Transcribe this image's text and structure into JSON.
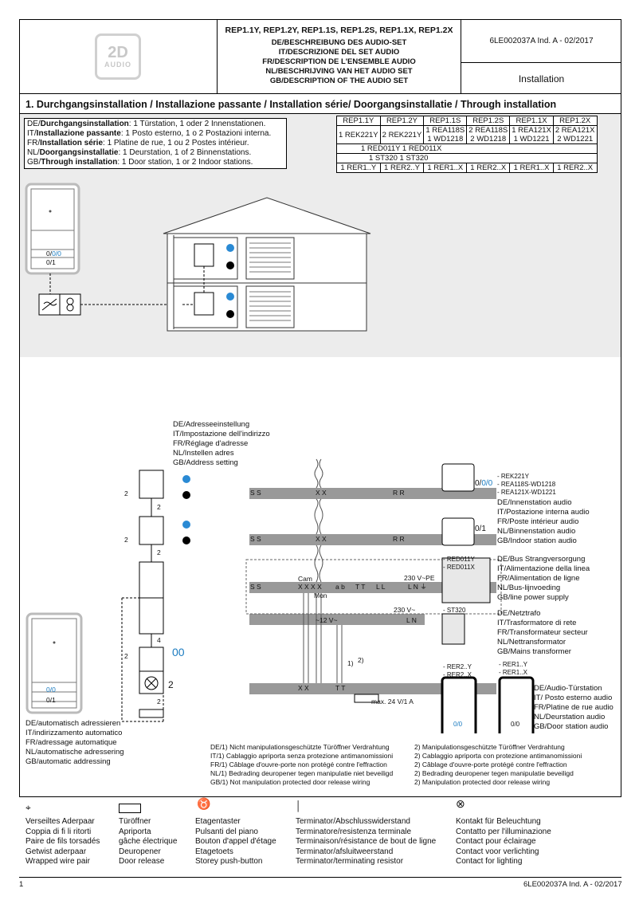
{
  "header": {
    "models": "REP1.1Y, REP1.2Y, REP1.1S, REP1.2S, REP1.1X, REP1.2X",
    "descriptions": [
      "DE/BESCHREIBUNG DES AUDIO-SET",
      "IT/DESCRIZIONE DEL SET AUDIO",
      "FR/DESCRIPTION DE L'ENSEMBLE AUDIO",
      "NL/BESCHRIJVING VAN HET AUDIO SET",
      "GB/DESCRIPTION OF THE AUDIO SET"
    ],
    "doc_code": "6LE002037A Ind. A - 02/2017",
    "section_label": "Installation",
    "logo_big": "2D",
    "logo_small": "AUDIO"
  },
  "section": {
    "title": "1. Durchgangsinstallation / Installazione passante / Installation série/ Doorgangsinstallatie / Through installation",
    "info": [
      {
        "prefix": "DE/",
        "bold": "Durchgangsinstallation",
        "text": ": 1 Türstation, 1 oder 2 Innenstationen."
      },
      {
        "prefix": "IT/",
        "bold": "Installazione passante",
        "text": ": 1 Posto esterno, 1 o 2 Postazioni interna."
      },
      {
        "prefix": "FR/",
        "bold": "Installation série",
        "text": ": 1 Platine de rue, 1 ou 2 Postes intérieur."
      },
      {
        "prefix": "NL/",
        "bold": "Doorgangsinstallatie",
        "text": ": 1 Deurstation, 1 of 2 Binnenstations."
      },
      {
        "prefix": "GB/",
        "bold": "Through installation",
        "text": ": 1 Door station, 1 or 2 Indoor stations."
      }
    ]
  },
  "models_table": {
    "headers": [
      "REP1.1Y",
      "REP1.2Y",
      "REP1.1S",
      "REP1.2S",
      "REP1.1X",
      "REP1.2X"
    ],
    "row1": [
      "1 REK221Y",
      "2 REK221Y",
      "1 REA118S\n1 WD1218",
      "2 REA118S\n2 WD1218",
      "1 REA121X\n1 WD1221",
      "2 REA121X\n2 WD1221"
    ],
    "row2": "1 RED011Y 1 RED011X",
    "row3": "1 ST320 1 ST320",
    "row4": [
      "1 RER1..Y",
      "1 RER2..Y",
      "1 RER1..X",
      "1 RER2..X",
      "1 RER1..X",
      "1 RER2..X"
    ]
  },
  "panel_labels": {
    "v1": "0/0",
    "v2": "0/1"
  },
  "address_setting": [
    "DE/Adresseeinstellung",
    "IT/Impostazione dell'indirizzo",
    "FR/Réglage d'adresse",
    "NL/Instellen adres",
    "GB/Address setting"
  ],
  "auto_addressing": [
    "DE/automatisch adressieren",
    "IT/indirizzamento automatico",
    "FR/adressage automatique",
    "NL/automatische adressering",
    "GB/automatic addressing"
  ],
  "indoor_models": [
    "- REK221Y",
    "- REA118S-WD1218",
    "- REA121X-WD1221"
  ],
  "indoor_label": [
    "DE/Innenstation audio",
    "IT/Postazione interna audio",
    "FR/Poste intérieur audio",
    "NL/Binnenstation audio",
    "GB/Indoor station audio"
  ],
  "bus_models": [
    "- RED011Y",
    "- RED011X"
  ],
  "bus_label": [
    "DE/Bus Strangversorgung",
    "IT/Alimentazione della linea",
    "FR/Alimentation de ligne",
    "NL/Bus-lijnvoeding",
    "GB/line power supply"
  ],
  "trafo_model": "- ST320",
  "trafo_label": [
    "DE/Netztrafo",
    "IT/Trasformatore di rete",
    "FR/Transformateur secteur",
    "NL/Nettransformator",
    "GB/Mains transformer"
  ],
  "door_models_a": [
    "- RER2..Y",
    "- RER2..X"
  ],
  "door_models_b": [
    "- RER1..Y",
    "- RER1..X"
  ],
  "door_label": [
    "DE/Audio-Türstation",
    "IT/ Posto esterno audio",
    "FR/Platine de rue audio",
    "NL/Deurstation audio",
    "GB/Door station audio"
  ],
  "wiring": {
    "cam": "Cam",
    "mon": "Mon",
    "v230pe": "230 V~PE",
    "v230": "230 V~",
    "v12": "~12 V~",
    "max": "max. 24 V/1 A",
    "ss": "S S",
    "xx": "X X",
    "rr": "R R",
    "ab": "a b",
    "tt": "T T",
    "ll": "L L",
    "lnpe": "L N ⏚",
    "ln": "L N",
    "xxxx": "X X X X",
    "n2": "2",
    "n4": "4",
    "n1": "1)",
    "n2b": "2)"
  },
  "notes_left": [
    "DE/1) Nicht manipulationsgeschützte Türöffner Verdrahtung",
    "IT/1) Cablaggio apriporta senza protezione antimanomissioni",
    "FR/1) Câblage d'ouvre-porte non protégé contre l'effraction",
    "NL/1) Bedrading deuropener tegen manipulatie niet beveiligd",
    "GB/1) Not manipulation protected door release wiring"
  ],
  "notes_right": [
    "2) Manipulationsgeschützte Türöffner Verdrahtung",
    "2) Cablaggio apriporta con protezione antimanomissioni",
    "2) Câblage d'ouvre-porte protégé contre l'effraction",
    "2) Bedrading deuropener tegen manipulatie beveiligd",
    "2) Manipulation protected door release wiring"
  ],
  "legend": [
    {
      "icon": "twisted-pair-icon",
      "lines": [
        "Verseiltes Aderpaar",
        "Coppia di fi li ritorti",
        "Paire de fils torsadés",
        "Getwist aderpaar",
        "Wrapped wire pair"
      ]
    },
    {
      "icon": "door-release-icon",
      "lines": [
        "Türöffner",
        "Apriporta",
        "gâche électrique",
        "Deuropener",
        "Door release"
      ]
    },
    {
      "icon": "floor-button-icon",
      "lines": [
        "Etagentaster",
        "Pulsanti del piano",
        "Bouton d'appel d'étage",
        "Etagetoets",
        "Storey push-button"
      ]
    },
    {
      "icon": "terminator-icon",
      "lines": [
        "Terminator/Abschlusswiderstand",
        "Terminatore/resistenza terminale",
        "Terminaison/résistance de bout de ligne",
        "Terminator/afsluitweerstand",
        "Terminator/terminating resistor"
      ]
    },
    {
      "icon": "light-contact-icon",
      "lines": [
        "Kontakt für Beleuchtung",
        "Contatto per l'illuminazione",
        "Contact pour éclairage",
        "Contact voor verlichting",
        "Contact for lighting"
      ]
    }
  ],
  "footer": {
    "page": "1",
    "code": "6LE002037A Ind. A - 02/2017"
  }
}
